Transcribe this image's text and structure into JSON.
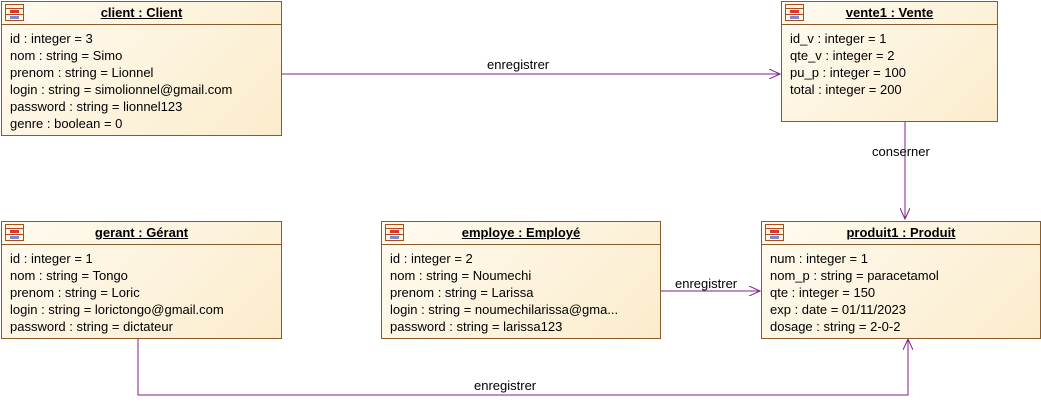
{
  "objects": {
    "client": {
      "title": "client : Client",
      "attributes": [
        "id : integer = 3",
        "nom : string = Simo",
        "prenom : string = Lionnel",
        "login : string = simolionnel@gmail.com",
        "password : string = lionnel123",
        "genre : boolean = 0"
      ]
    },
    "vente1": {
      "title": "vente1 : Vente",
      "attributes": [
        "id_v : integer = 1",
        "qte_v : integer = 2",
        "pu_p : integer = 100",
        "total : integer = 200"
      ]
    },
    "gerant": {
      "title": "gerant : Gérant",
      "attributes": [
        "id : integer = 1",
        "nom : string = Tongo",
        "prenom : string = Loric",
        "login : string = lorictongo@gmail.com",
        "password : string = dictateur"
      ]
    },
    "employe": {
      "title": "employe : Employé",
      "attributes": [
        "id : integer = 2",
        "nom : string = Noumechi",
        "prenom : string = Larissa",
        "login : string = noumechilarissa@gma...",
        "password : string = larissa123"
      ]
    },
    "produit1": {
      "title": "produit1 : Produit",
      "attributes": [
        "num : integer = 1",
        "nom_p : string = paracetamol",
        "qte : integer = 150",
        "exp : date = 01/11/2023",
        "dosage : string = 2-0-2"
      ]
    }
  },
  "links": {
    "client_vente": "enregistrer",
    "vente_produit": "conserner",
    "employe_produit": "enregistrer",
    "gerant_produit": "enregistrer"
  },
  "colors": {
    "link": "#80208a",
    "border": "#8a5a2b",
    "fill_light": "#fffbf0",
    "fill_dark": "#fbeccc"
  },
  "icons": {
    "object": "uml-object-icon"
  }
}
